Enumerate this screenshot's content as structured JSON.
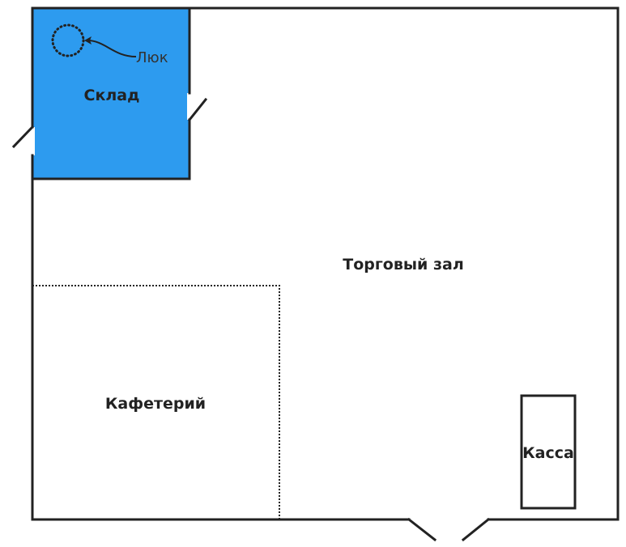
{
  "rooms": {
    "warehouse": "Склад",
    "sales_floor": "Торговый зал",
    "cafeteria": "Кафетерий",
    "cashier": "Касса"
  },
  "annotations": {
    "hatch": "Люк"
  },
  "colors": {
    "warehouse_fill": "#2d9bef",
    "wall": "#222222"
  }
}
